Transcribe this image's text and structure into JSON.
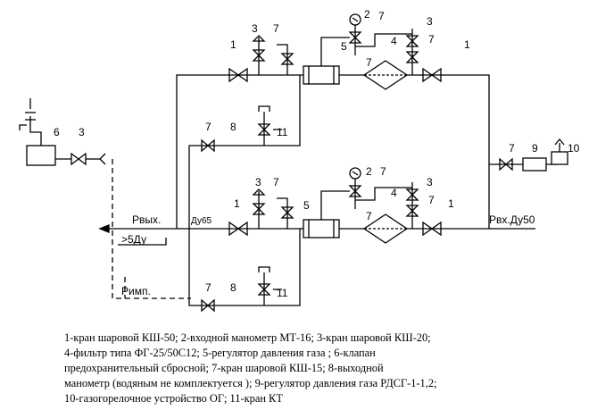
{
  "diagram": {
    "component_numbers": [
      "1",
      "2",
      "3",
      "4",
      "5",
      "6",
      "7",
      "8",
      "9",
      "10",
      "11"
    ],
    "labels": {
      "outlet_pressure": "Pвых.",
      "outlet_pressure_limit": ">5Ду",
      "inlet_pressure": "Pвх.Ду50",
      "pulse_line": "Pимп.",
      "outlet_diameter": "Ду65"
    }
  },
  "legend": {
    "lines": [
      "1-кран шаровой КШ-50; 2-входной манометр МТ-16; 3-кран шаровой КШ-20;",
      "4-фильтр типа ФГ-25/50С12; 5-регулятор давления газа ; 6-клапан",
      "предохранительный сбросной; 7-кран шаровой КШ-15; 8-выходной",
      "манометр (водяным не комплектуется ); 9-регулятор давления газа РДСГ-1-1,2;",
      "10-газогорелочное устройство ОГ; 11-кран КТ"
    ]
  }
}
